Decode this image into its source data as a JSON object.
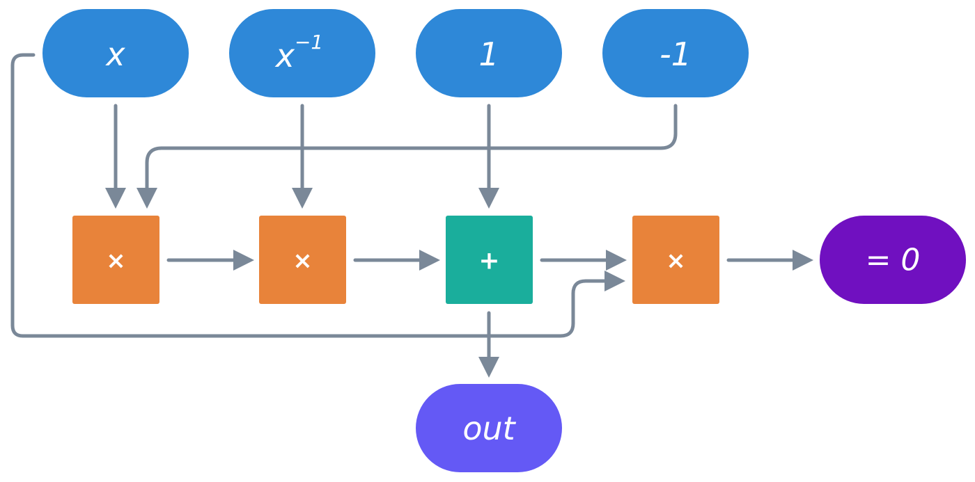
{
  "inputs": {
    "x": {
      "label": "x"
    },
    "x_inv": {
      "base": "x",
      "exponent": "−1"
    },
    "one": {
      "label": "1"
    },
    "neg_one": {
      "label": "-1"
    }
  },
  "operators": {
    "mul1": {
      "symbol": "×"
    },
    "mul2": {
      "symbol": "×"
    },
    "add": {
      "symbol": "+"
    },
    "mul3": {
      "symbol": "×"
    }
  },
  "outputs": {
    "equals_zero": {
      "label": "= 0"
    },
    "out": {
      "label": "out"
    }
  },
  "colors": {
    "input_blue": "#2e88d8",
    "multiply_orange": "#e8833a",
    "add_teal": "#1aae9c",
    "equals_purple": "#7010c0",
    "out_violet": "#6459f5",
    "edge_gray": "#7a8898"
  }
}
